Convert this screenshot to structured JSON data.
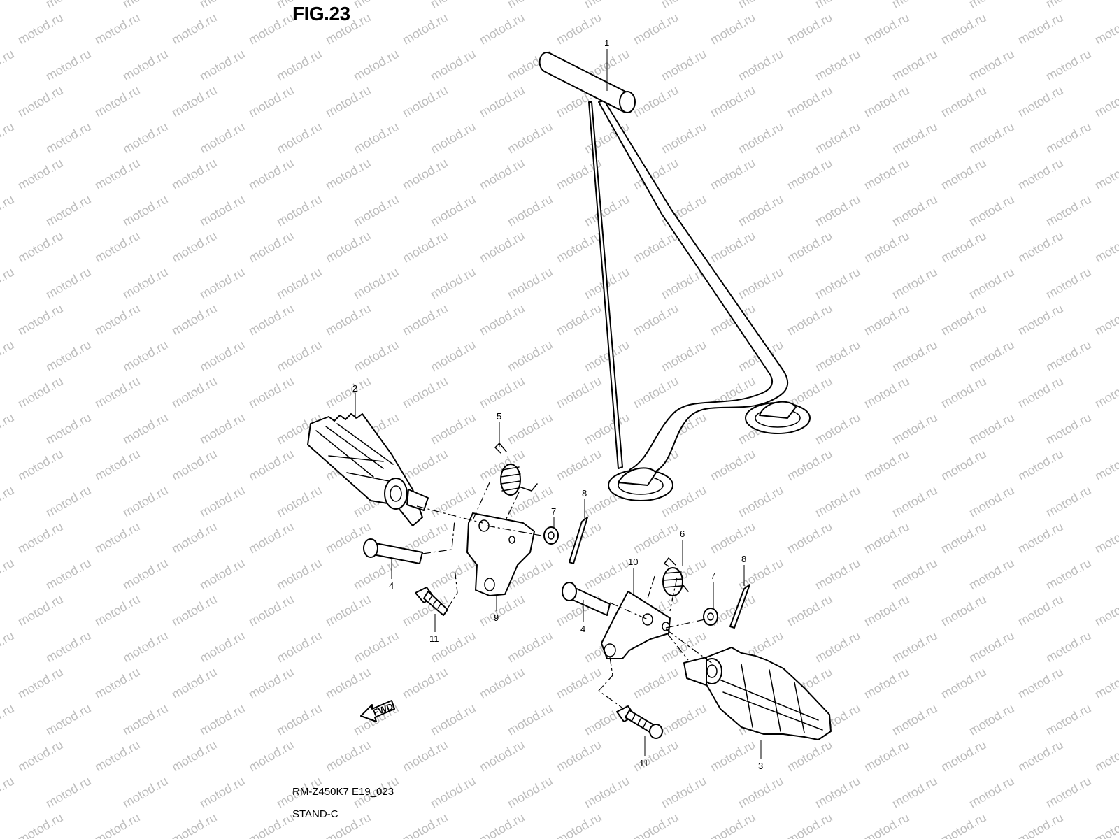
{
  "figure": {
    "title": "FIG.23",
    "code": "RM-Z450K7 E19_023",
    "section": "STAND-C",
    "watermark": "motod.ru",
    "fwd_label": "FWD"
  },
  "callouts": [
    "1",
    "2",
    "3",
    "4",
    "4",
    "5",
    "6",
    "7",
    "7",
    "8",
    "8",
    "9",
    "10",
    "11",
    "11"
  ],
  "colors": {
    "line": "#000000",
    "background": "#ffffff",
    "watermark": "#bdbdbd"
  }
}
